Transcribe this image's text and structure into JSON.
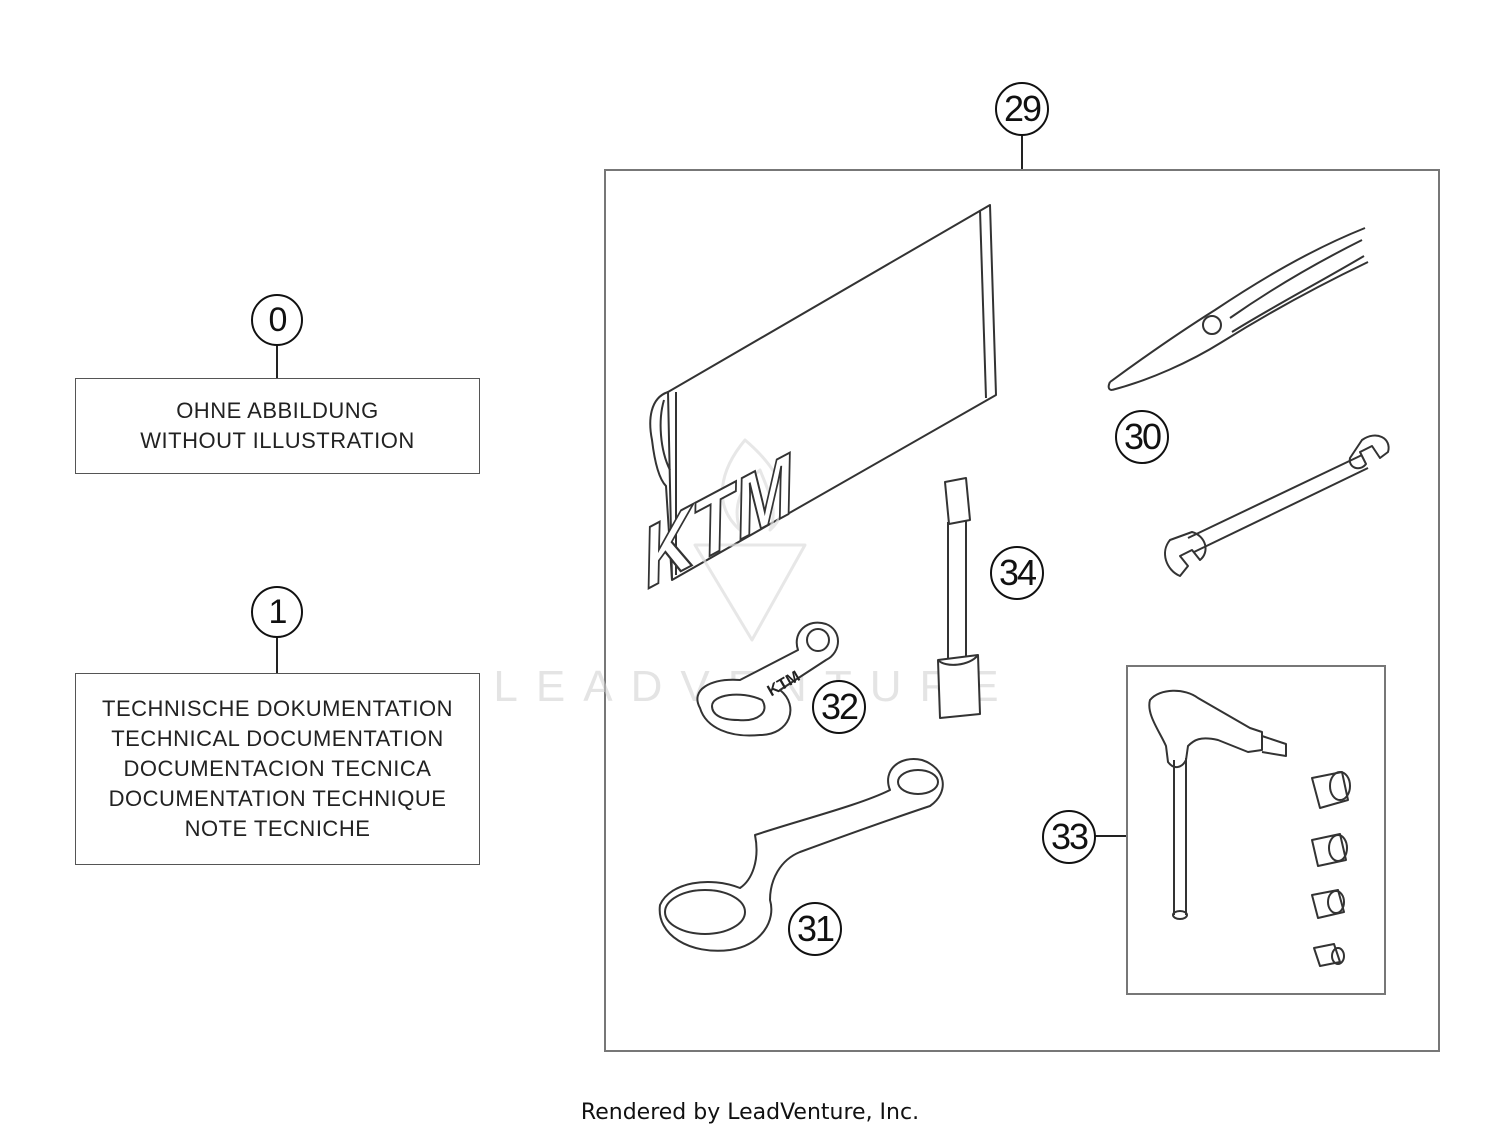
{
  "callouts": {
    "c0": "0",
    "c1": "1",
    "c29": "29",
    "c30": "30",
    "c31": "31",
    "c32": "32",
    "c33": "33",
    "c34": "34"
  },
  "box0": {
    "line1": "OHNE ABBILDUNG",
    "line2": "WITHOUT ILLUSTRATION"
  },
  "box1": {
    "line1": "TECHNISCHE DOKUMENTATION",
    "line2": "TECHNICAL DOCUMENTATION",
    "line3": "DOCUMENTACION TECNICA",
    "line4": "DOCUMENTATION TECHNIQUE",
    "line5": "NOTE TECNICHE"
  },
  "bag_logo": "KTM",
  "wrench_logo": "KTM",
  "watermark": "LEADVENTURE",
  "footer": "Rendered by LeadVenture, Inc."
}
